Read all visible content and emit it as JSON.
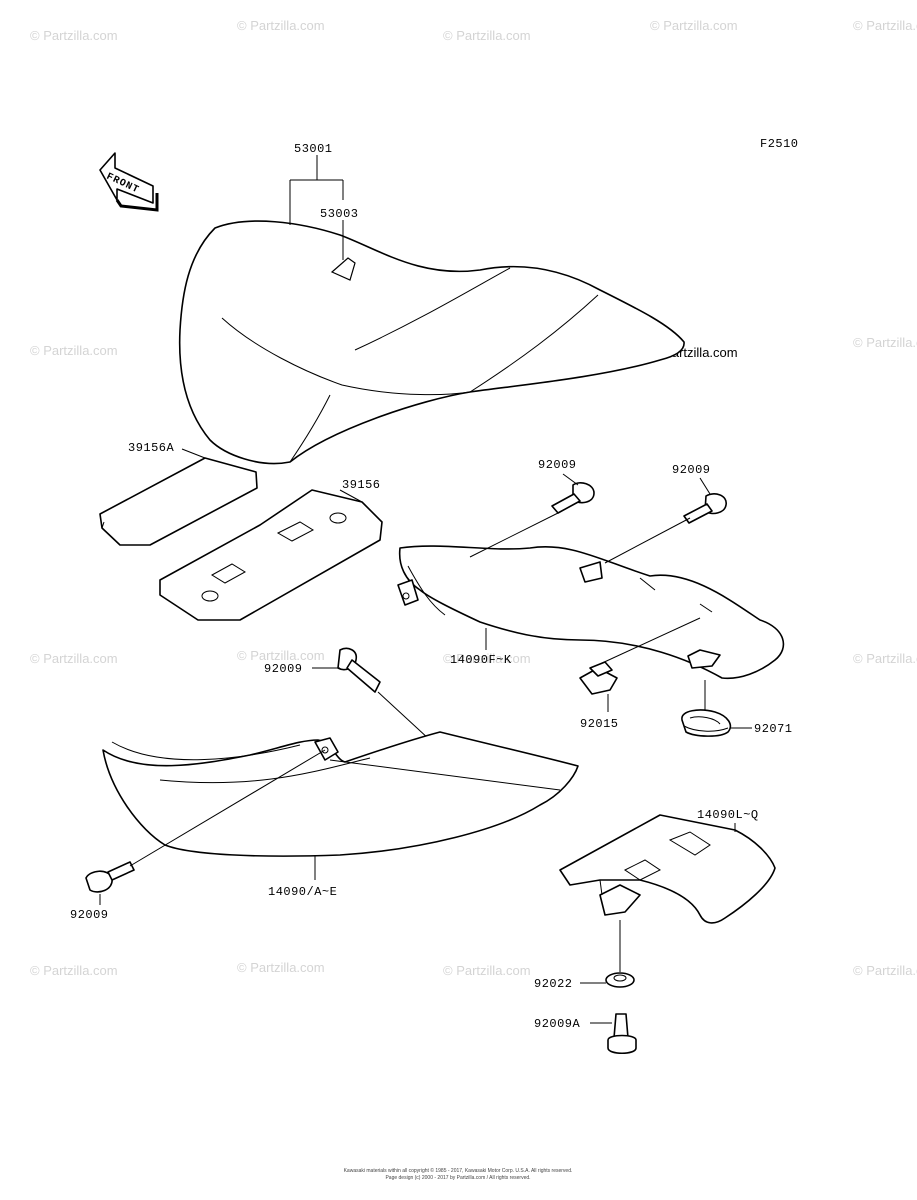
{
  "diagram_code": "F2510",
  "front_label": "FRONT",
  "watermark": "© Partzilla.com",
  "footer": {
    "line1": "Kawasaki materials within all copyright © 1985 - 2017, Kawasaki Motor Corp. U.S.A. All rights reserved.",
    "line2": "Page design (c) 2000 - 2017 by Partzilla.com / All rights reserved."
  },
  "parts": {
    "p53001": "53001",
    "p53003": "53003",
    "p39156A": "39156A",
    "p39156": "39156",
    "p92009_a": "92009",
    "p92009_b": "92009",
    "p14090FK": "14090F~K",
    "p92009_c": "92009",
    "p92015": "92015",
    "p92071": "92071",
    "p14090LQ": "14090L~Q",
    "p14090AE": "14090/A~E",
    "p92009_d": "92009",
    "p92022": "92022",
    "p92009A": "92009A"
  }
}
